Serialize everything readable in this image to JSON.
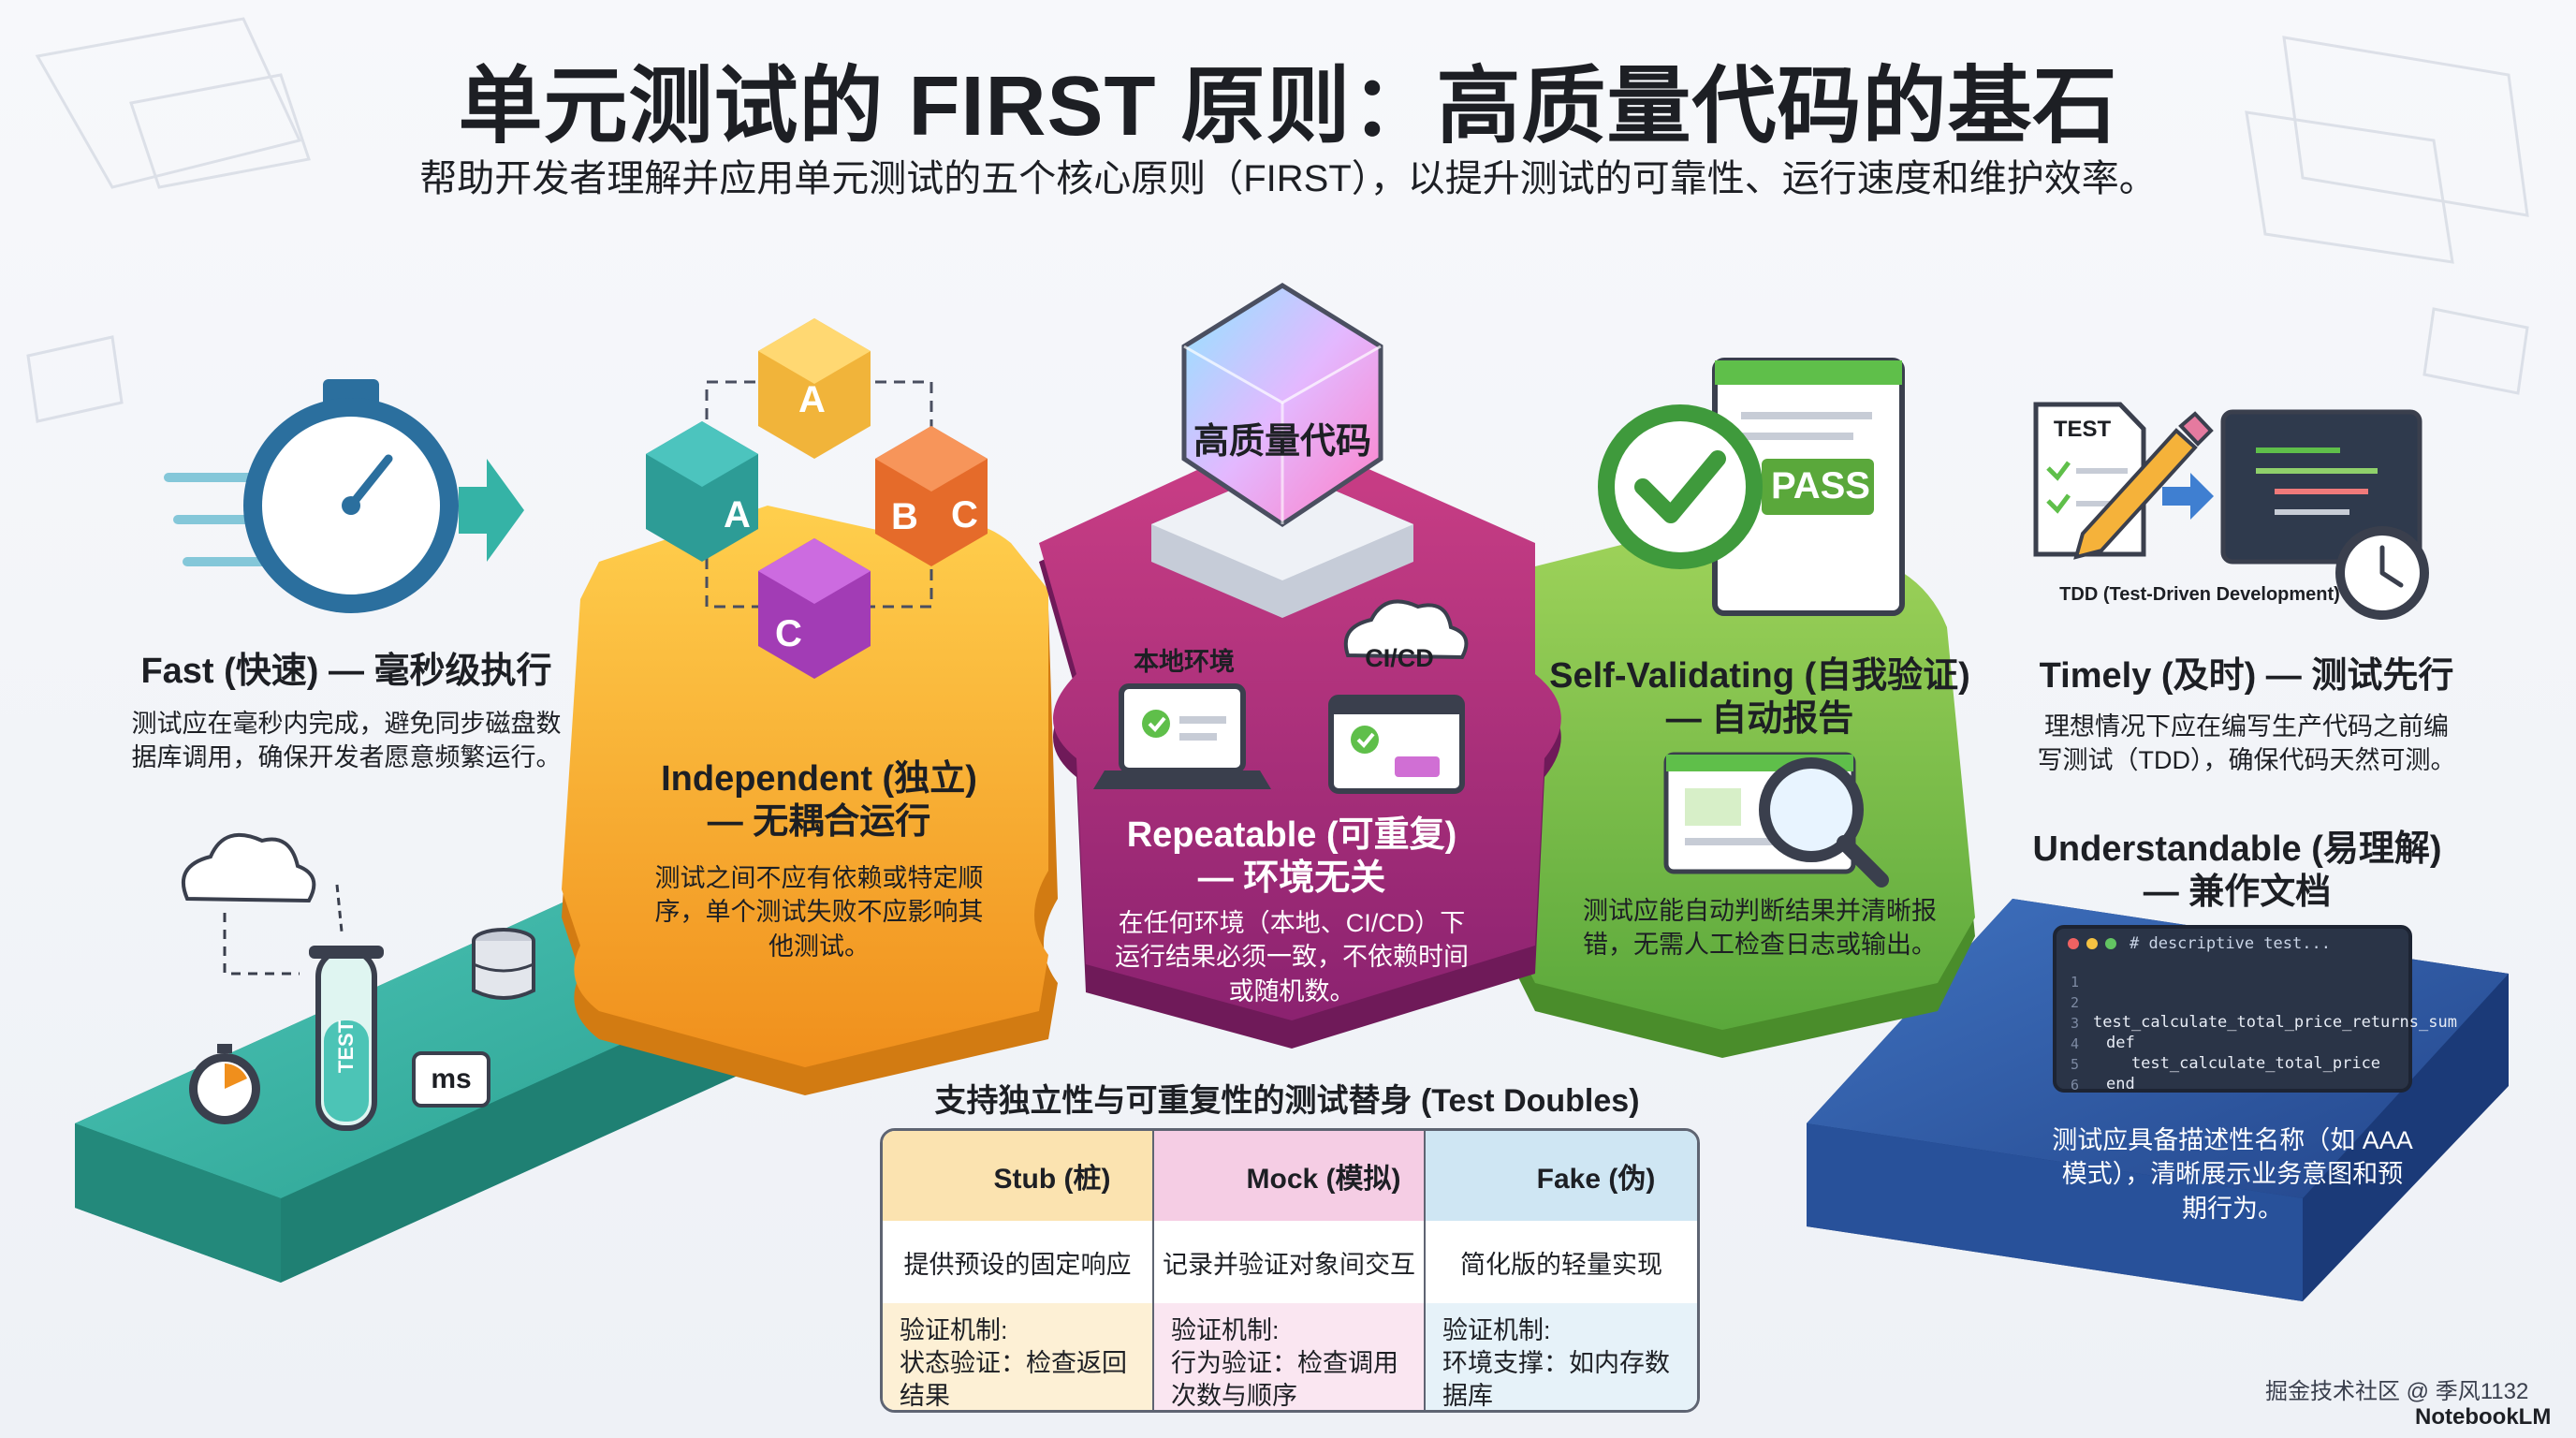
{
  "header": {
    "title": "单元测试的 FIRST 原则：高质量代码的基石",
    "subtitle": "帮助开发者理解并应用单元测试的五个核心原则（FIRST），以提升测试的可靠性、运行速度和维护效率。"
  },
  "center": {
    "gem_label": "高质量代码",
    "local_env_label": "本地环境",
    "cicd_label": "CI/CD"
  },
  "principles": {
    "fast": {
      "title": "Fast (快速) — 毫秒级执行",
      "desc_lines": [
        "测试应在毫秒内完成，避免同步磁盘数",
        "据库调用，确保开发者愿意频繁运行。"
      ],
      "ms_badge": "ms",
      "tube_label": "TEST"
    },
    "independent": {
      "title_line1": "Independent (独立)",
      "title_line2": "— 无耦合运行",
      "desc_lines": [
        "测试之间不应有依赖或特定顺",
        "序，单个测试失败不应影响其",
        "他测试。"
      ],
      "cube_letters": [
        "A",
        "A",
        "B",
        "C",
        "C"
      ]
    },
    "repeatable": {
      "title_line1": "Repeatable (可重复)",
      "title_line2": "— 环境无关",
      "desc_lines": [
        "在任何环境（本地、CI/CD）下",
        "运行结果必须一致，不依赖时间",
        "或随机数。"
      ]
    },
    "self_validating": {
      "title_line1": "Self-Validating (自我验证)",
      "title_line2": "— 自动报告",
      "desc_lines": [
        "测试应能自动判断结果并清晰报",
        "错，无需人工检查日志或输出。"
      ],
      "pass_label": "PASS"
    },
    "timely": {
      "title": "Timely (及时) — 测试先行",
      "desc_lines": [
        "理想情况下应在编写生产代码之前编",
        "写测试（TDD），确保代码天然可测。"
      ],
      "test_doc_label": "TEST",
      "tdd_label": "TDD (Test-Driven Development)"
    },
    "understandable": {
      "title_line1": "Understandable (易理解)",
      "title_line2": "— 兼作文档",
      "desc_lines": [
        "测试应具备描述性名称（如 AAA",
        "模式），清晰展示业务意图和预",
        "期行为。"
      ],
      "code_title": "# descriptive test...",
      "code_lines": [
        "",
        "",
        "test_calculate_total_price_returns_sum",
        "def",
        "    test_calculate_total_price",
        "end"
      ],
      "code_numbers": [
        "1",
        "2",
        "3",
        "4",
        "5",
        "6"
      ]
    }
  },
  "test_doubles": {
    "title": "支持独立性与可重复性的测试替身 (Test Doubles)",
    "columns": [
      {
        "name": "Stub (桩)",
        "icon": "speech-bubble-icon",
        "desc": "提供预设的固定响应",
        "mech_label": "验证机制:",
        "mech_lines": [
          "状态验证：检查返回",
          "结果"
        ],
        "color": "#fbe3b0"
      },
      {
        "name": "Mock (模拟)",
        "icon": "checklist-pencil-icon",
        "desc": "记录并验证对象间交互",
        "mech_label": "验证机制:",
        "mech_lines": [
          "行为验证：检查调用",
          "次数与顺序"
        ],
        "color": "#f5cde4"
      },
      {
        "name": "Fake (伪)",
        "icon": "database-icon",
        "desc": "简化版的轻量实现",
        "mech_label": "验证机制:",
        "mech_lines": [
          "环境支撑：如内存数",
          "据库"
        ],
        "color": "#cfe6f3"
      }
    ]
  },
  "footer": {
    "credit": "掘金技术社区 @ 季风1132",
    "brand": "NotebookLM"
  },
  "colors": {
    "fast": "#35b3a6",
    "independent": "#f5a623",
    "repeatable": "#b5367f",
    "self_validating": "#7cbf3f",
    "understandable": "#2f5fa8"
  }
}
